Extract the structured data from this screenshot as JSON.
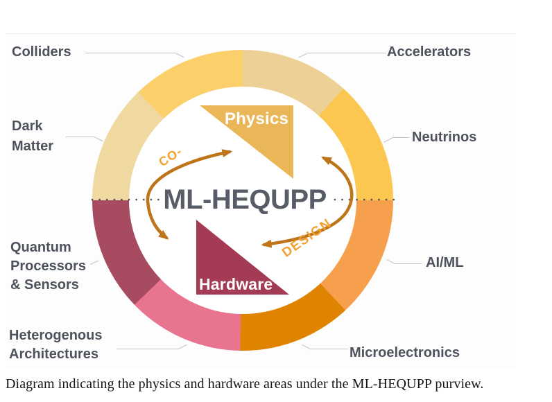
{
  "figure": {
    "center_label": "ML-HEQUPP",
    "physics_label": "Physics",
    "hardware_label": "Hardware",
    "codesign": {
      "left": "CO-",
      "right": "DESIGN"
    },
    "colors": {
      "arrow": "#BE7418",
      "codesign-text": "#F2A133",
      "physics-triangle": "#E9B757",
      "hardware-triangle": "#A23B53",
      "center-text": "#575C66",
      "label-text": "#4D525C",
      "leader-line": "#BDC1C6",
      "dotted-line": "#4B4F58"
    },
    "segments": [
      {
        "label": "Accelerators",
        "color": "#EDD095",
        "start": 0,
        "end": 42
      },
      {
        "label": "Neutrinos",
        "color": "#FBC751",
        "start": 42,
        "end": 90
      },
      {
        "label": "AI/ML",
        "color": "#F6A04D",
        "start": 90,
        "end": 137
      },
      {
        "label": "Microelectronics",
        "color": "#DF8300",
        "start": 137,
        "end": 181
      },
      {
        "label": "Heterogenous Architectures",
        "color": "#E8748F",
        "start": 181,
        "end": 226
      },
      {
        "label": "Quantum Processors & Sensors",
        "color": "#A74B61",
        "start": 226,
        "end": 270
      },
      {
        "label": "Dark Matter",
        "color": "#EFD9A0",
        "start": 270,
        "end": 316
      },
      {
        "label": "Colliders",
        "color": "#FBCF6A",
        "start": 316,
        "end": 360
      }
    ],
    "labels": {
      "colliders": [
        "Colliders"
      ],
      "accelerators": [
        "Accelerators"
      ],
      "dark_matter": [
        "Dark",
        "Matter"
      ],
      "neutrinos": [
        "Neutrinos"
      ],
      "aiml": [
        "AI/ML"
      ],
      "microelectronics": [
        "Microelectronics"
      ],
      "heterogenous": [
        "Heterogenous",
        "Architectures"
      ],
      "quantum": [
        "Quantum",
        "Processors",
        "& Sensors"
      ]
    }
  },
  "caption": "Diagram indicating the physics and hardware areas under the ML-HEQUPP purview."
}
